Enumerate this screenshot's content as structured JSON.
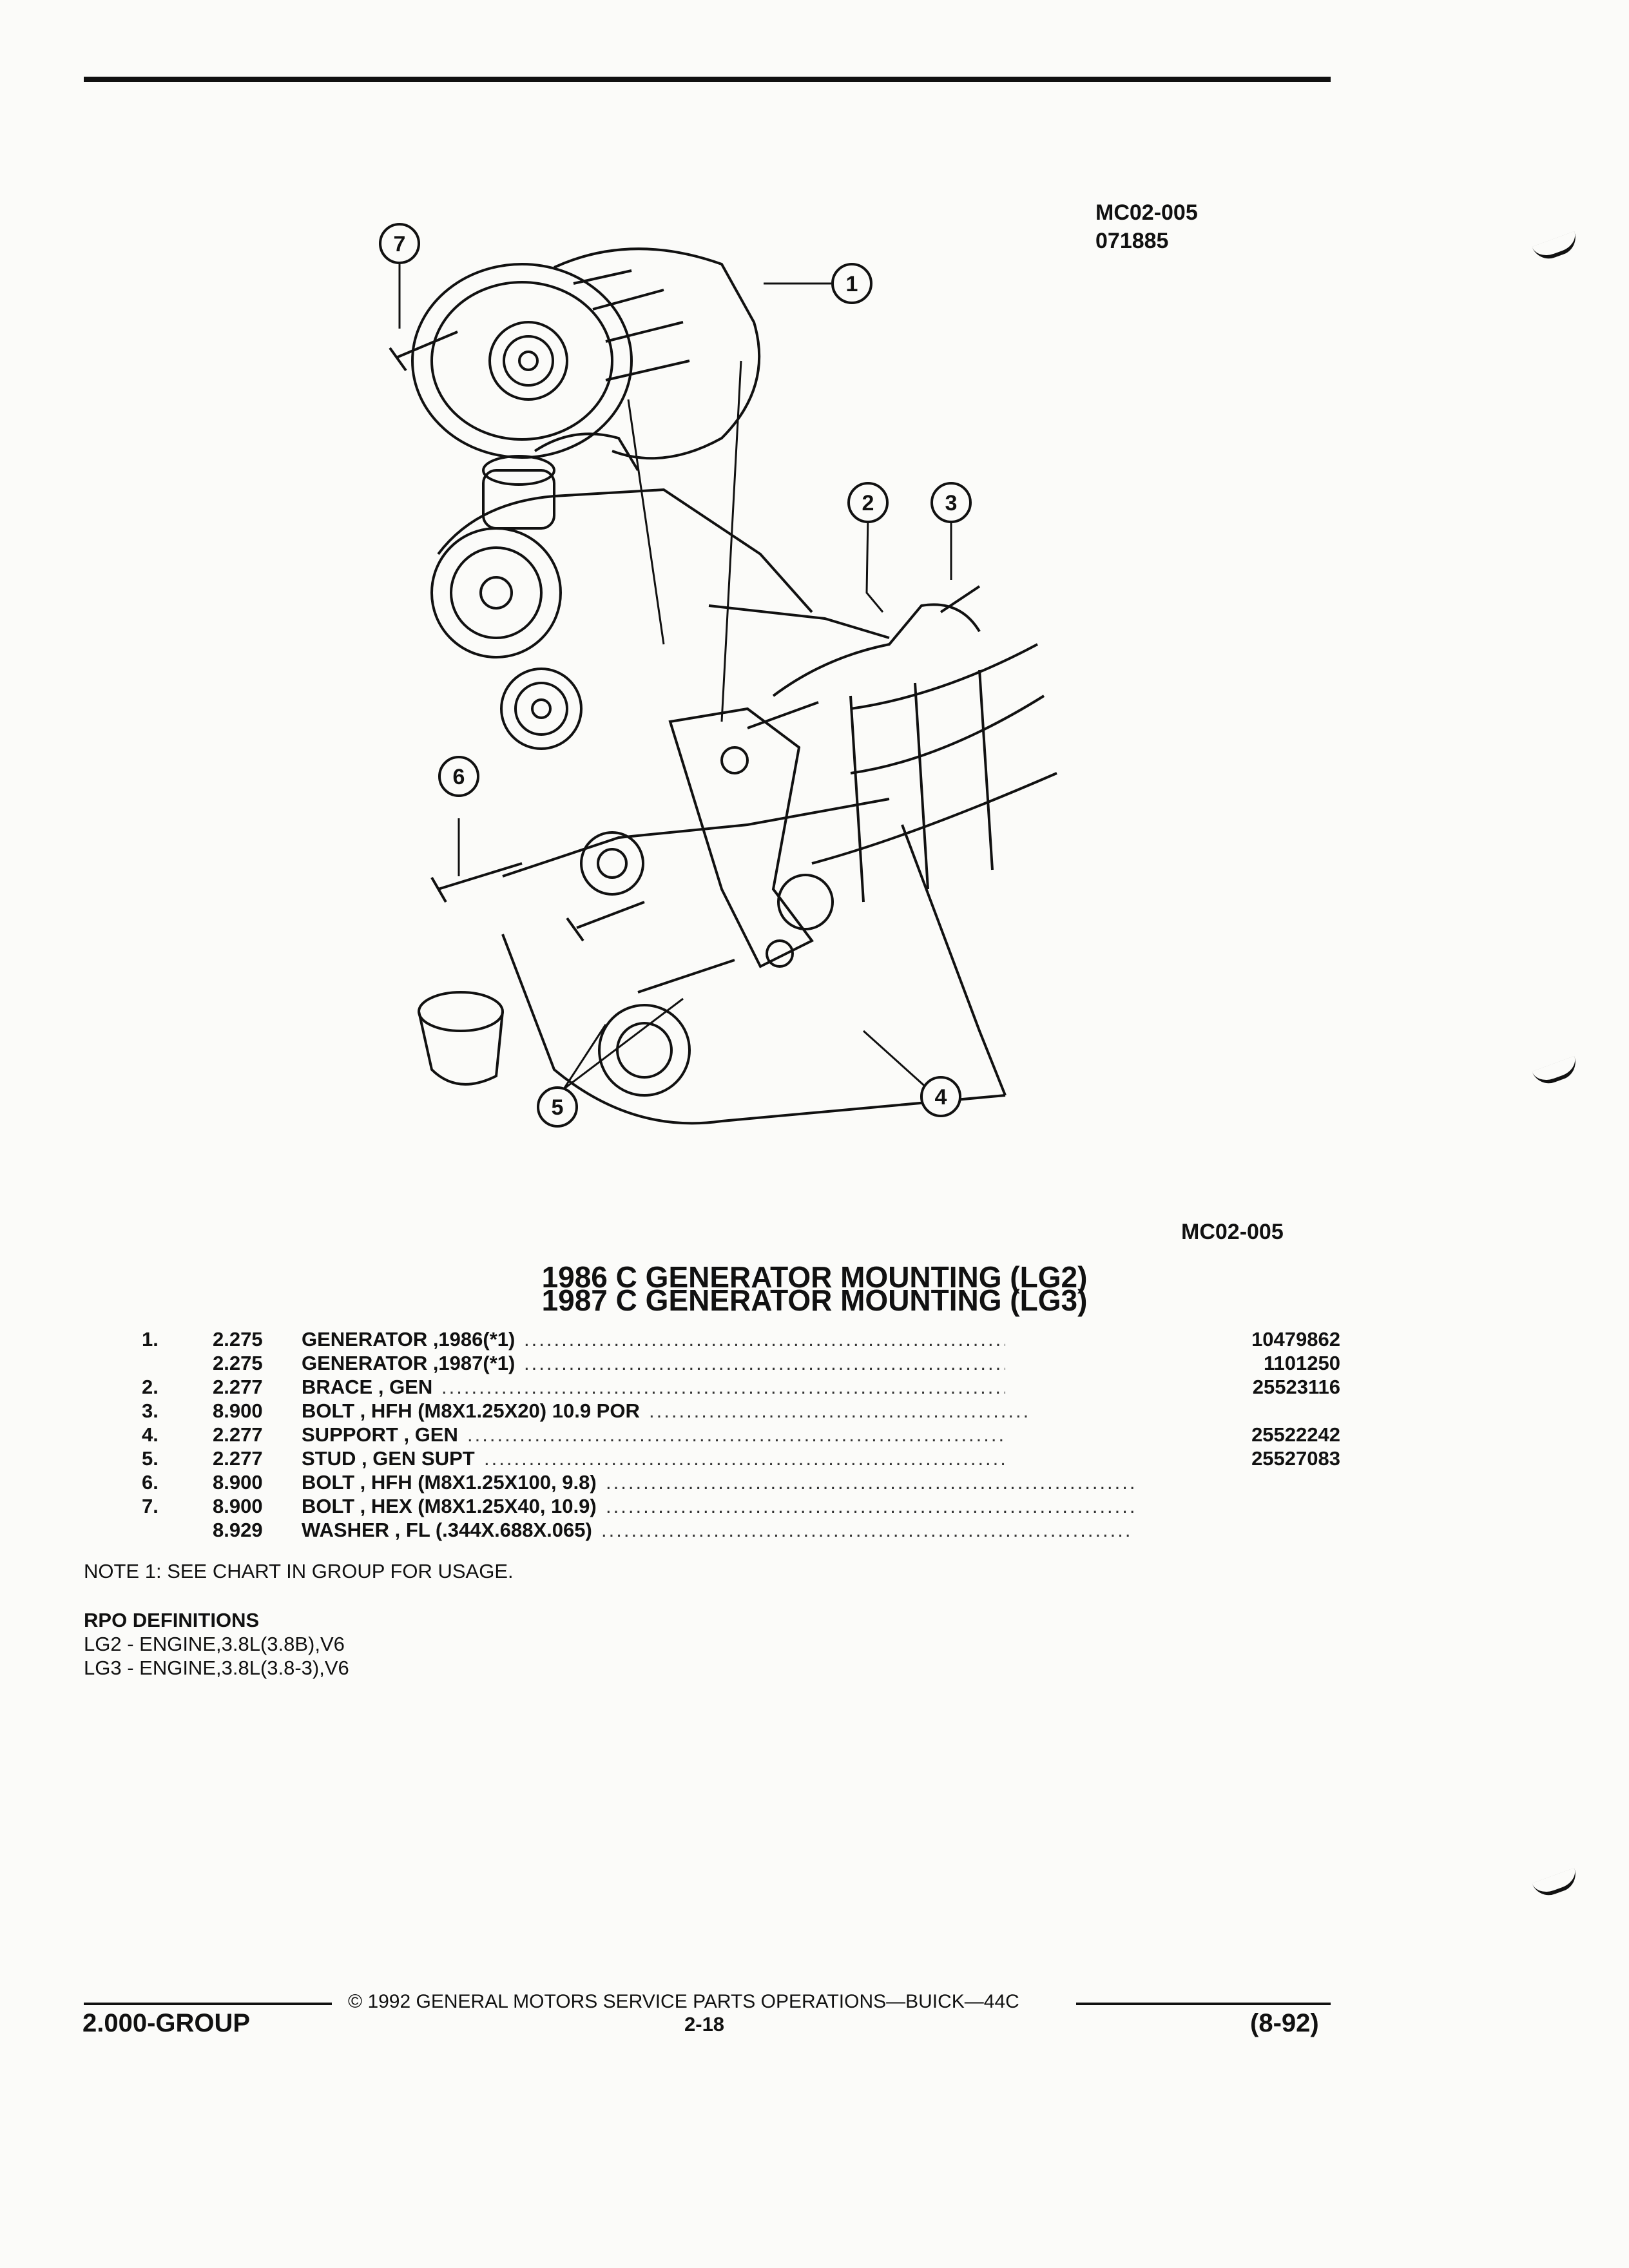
{
  "figure": {
    "code_top": "MC02-005",
    "number": "071885",
    "code_bottom": "MC02-005",
    "callouts": [
      "7",
      "1",
      "2",
      "3",
      "6",
      "5",
      "4"
    ]
  },
  "titles": [
    "1986 C GENERATOR MOUNTING (LG2)",
    "1987 C GENERATOR MOUNTING (LG3)"
  ],
  "parts": [
    {
      "item": "1.",
      "group": "2.275",
      "desc": "GENERATOR ,1986(*1)",
      "part": "10479862"
    },
    {
      "item": "",
      "group": "2.275",
      "desc": "GENERATOR ,1987(*1)",
      "part": "1101250"
    },
    {
      "item": "2.",
      "group": "2.277",
      "desc": "BRACE , GEN",
      "part": "25523116"
    },
    {
      "item": "3.",
      "group": "8.900",
      "desc": "BOLT , HFH (M8X1.25X20) 10.9 POR",
      "part": ""
    },
    {
      "item": "4.",
      "group": "2.277",
      "desc": "SUPPORT , GEN",
      "part": "25522242"
    },
    {
      "item": "5.",
      "group": "2.277",
      "desc": "STUD , GEN SUPT",
      "part": "25527083"
    },
    {
      "item": "6.",
      "group": "8.900",
      "desc": "BOLT , HFH (M8X1.25X100, 9.8)",
      "part": ""
    },
    {
      "item": "7.",
      "group": "8.900",
      "desc": "BOLT , HEX (M8X1.25X40, 10.9)",
      "part": ""
    },
    {
      "item": "",
      "group": "8.929",
      "desc": "WASHER , FL (.344X.688X.065)",
      "part": ""
    }
  ],
  "note": "NOTE 1: SEE CHART IN GROUP FOR USAGE.",
  "rpo": {
    "heading": "RPO DEFINITIONS",
    "lines": [
      "LG2 - ENGINE,3.8L(3.8B),V6",
      "LG3 - ENGINE,3.8L(3.8-3),V6"
    ]
  },
  "footer": {
    "copyright": "© 1992 GENERAL MOTORS SERVICE PARTS OPERATIONS—BUICK—44C",
    "group": "2.000-GROUP",
    "page": "2-18",
    "date": "(8-92)"
  }
}
